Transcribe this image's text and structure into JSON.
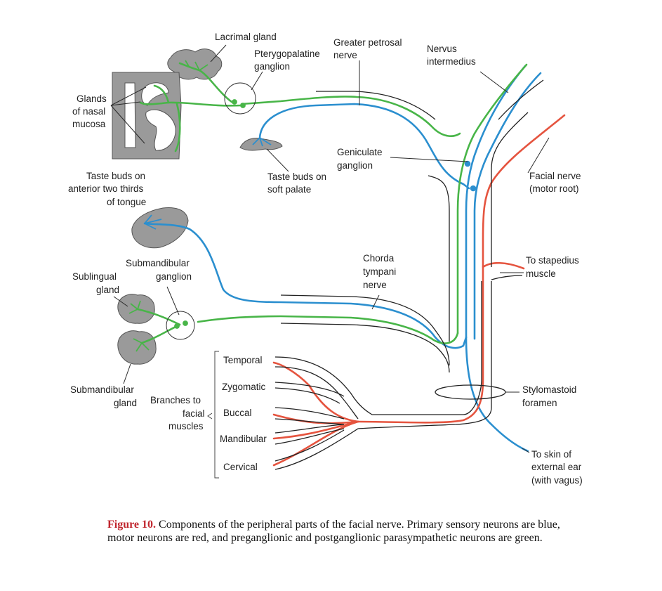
{
  "colors": {
    "sensory": "#2b8fcf",
    "motor": "#e5543f",
    "parasympathetic": "#48b548",
    "tissue": "#9a9a9a",
    "figure_label": "#c0262e"
  },
  "labels": {
    "lacrimal_gland": "Lacrimal gland",
    "greater_petrosal_1": "Greater petrosal",
    "greater_petrosal_2": "nerve",
    "pterygo_1": "Pterygopalatine",
    "pterygo_2": "ganglion",
    "nervus_1": "Nervus",
    "nervus_2": "intermedius",
    "glands_1": "Glands",
    "glands_2": "of nasal",
    "glands_3": "mucosa",
    "geniculate_1": "Geniculate",
    "geniculate_2": "ganglion",
    "taste_ant_1": "Taste buds on",
    "taste_ant_2": "anterior two thirds",
    "taste_ant_3": "of tongue",
    "taste_soft_1": "Taste buds on",
    "taste_soft_2": "soft palate",
    "facial_motor_1": "Facial nerve",
    "facial_motor_2": "(motor root)",
    "chorda_1": "Chorda",
    "chorda_2": "tympani",
    "chorda_3": "nerve",
    "subman_gang_1": "Submandibular",
    "subman_gang_2": "ganglion",
    "sublingual_1": "Sublingual",
    "sublingual_2": "gland",
    "stapedius_1": "To stapedius",
    "stapedius_2": "muscle",
    "temporal": "Temporal",
    "zygomatic": "Zygomatic",
    "buccal": "Buccal",
    "mandibular": "Mandibular",
    "cervical": "Cervical",
    "branches_1": "Branches to",
    "branches_2": "facial",
    "branches_3": "muscles",
    "subman_gland_1": "Submandibular",
    "subman_gland_2": "gland",
    "stylo_1": "Stylomastoid",
    "stylo_2": "foramen",
    "skin_1": "To skin of",
    "skin_2": "external ear",
    "skin_3": "(with vagus)"
  },
  "caption": {
    "figure_label": "Figure 10.",
    "text": "Components of the peripheral parts of the facial nerve. Primary sensory neurons are blue, motor neurons are red, and preganglionic and postganglionic parasympathetic neurons are green."
  }
}
